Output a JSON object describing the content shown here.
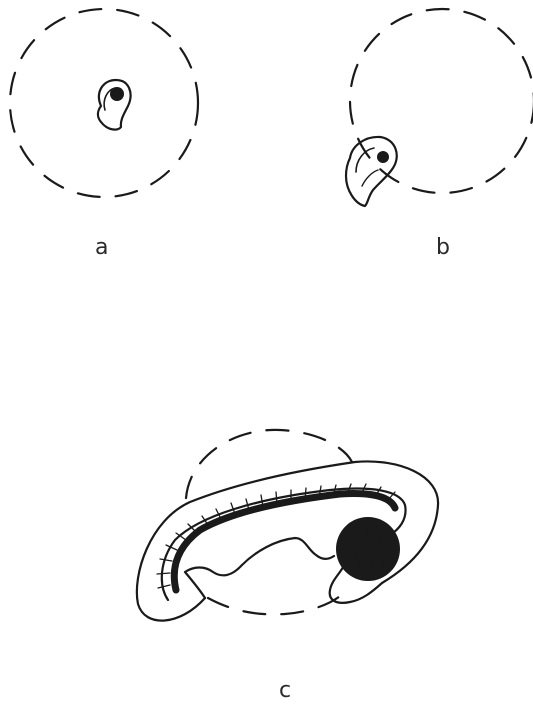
{
  "panels": [
    {
      "id": "a",
      "label": "a"
    },
    {
      "id": "b",
      "label": "b"
    },
    {
      "id": "c",
      "label": "c"
    }
  ],
  "colors": {
    "ink": "#1a1a1a",
    "background": "#ffffff"
  }
}
